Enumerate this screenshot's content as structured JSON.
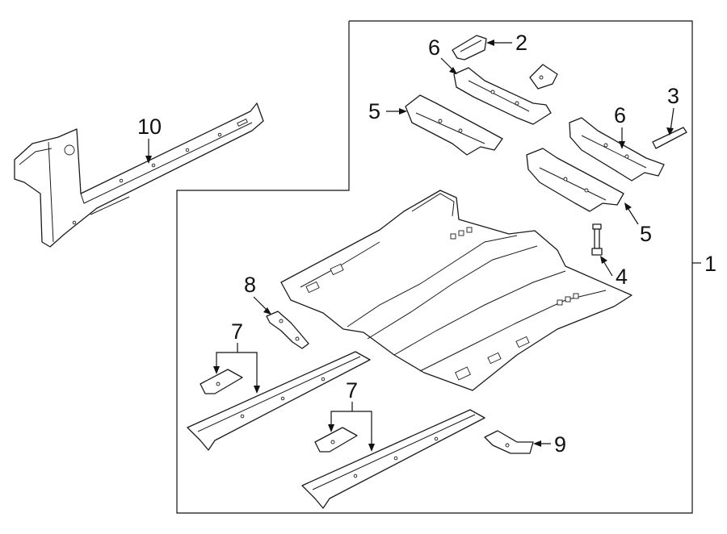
{
  "diagram": {
    "callouts": [
      {
        "id": "1",
        "label": "1"
      },
      {
        "id": "2",
        "label": "2"
      },
      {
        "id": "3",
        "label": "3"
      },
      {
        "id": "4",
        "label": "4"
      },
      {
        "id": "5a",
        "label": "5"
      },
      {
        "id": "5b",
        "label": "5"
      },
      {
        "id": "6a",
        "label": "6"
      },
      {
        "id": "6b",
        "label": "6"
      },
      {
        "id": "7a",
        "label": "7"
      },
      {
        "id": "7b",
        "label": "7"
      },
      {
        "id": "8",
        "label": "8"
      },
      {
        "id": "9",
        "label": "9"
      },
      {
        "id": "10",
        "label": "10"
      }
    ],
    "colors": {
      "line": "#1a1a1a",
      "background": "#ffffff"
    }
  }
}
